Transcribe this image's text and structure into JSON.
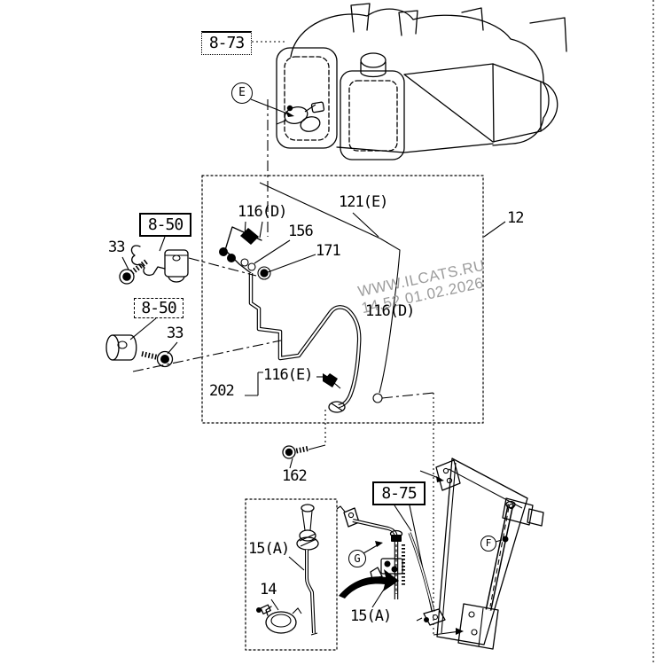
{
  "refs": {
    "r873": "8-73",
    "r850a": "8-50",
    "r850b": "8-50",
    "r875": "8-75"
  },
  "parts": {
    "p33a": "33",
    "p33b": "33",
    "p116d_top": "116(D)",
    "p121e": "121(E)",
    "p156": "156",
    "p171": "171",
    "p116d_low": "116(D)",
    "p116e": "116(E)",
    "p202": "202",
    "p12": "12",
    "p162": "162",
    "p15a_box": "15(A)",
    "p14": "14",
    "p15a_right": "15(A)"
  },
  "views": {
    "e": "E",
    "g": "G",
    "f": "F"
  },
  "watermark": {
    "line1": "WWW.ILCATS.RU",
    "line2": "14.52 01.02.2026"
  },
  "colors": {
    "line": "#000000",
    "background": "#ffffff",
    "watermark": "#9c9c9c"
  }
}
